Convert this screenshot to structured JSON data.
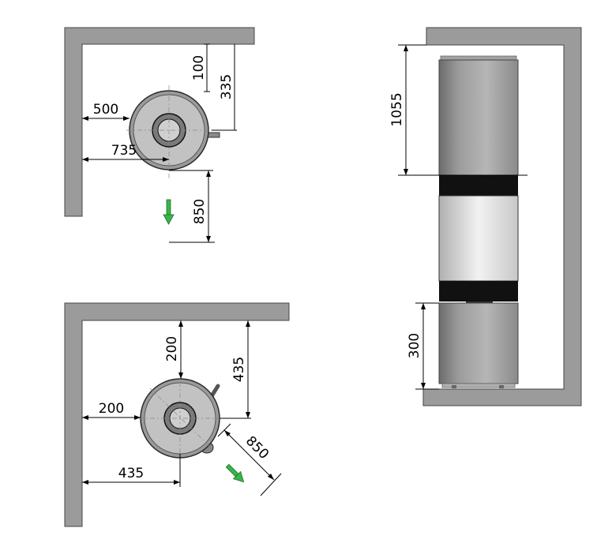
{
  "colors": {
    "wall": "#9b9b9b",
    "stove_body": "#a8a8a8",
    "arrow": "#39b54a"
  },
  "top_view_wall": {
    "dim_front_clearance": "100",
    "dim_wall_to_center_y": "335",
    "dim_side_clearance": "500",
    "dim_wall_to_center_x": "735",
    "dim_front_distance": "850"
  },
  "top_view_corner": {
    "dim_front_clearance": "200",
    "dim_wall_to_center_y": "435",
    "dim_side_clearance": "200",
    "dim_wall_to_center_x": "435",
    "dim_diagonal_distance": "850"
  },
  "side_view": {
    "dim_top_section": "1055",
    "dim_bottom_section": "300"
  }
}
